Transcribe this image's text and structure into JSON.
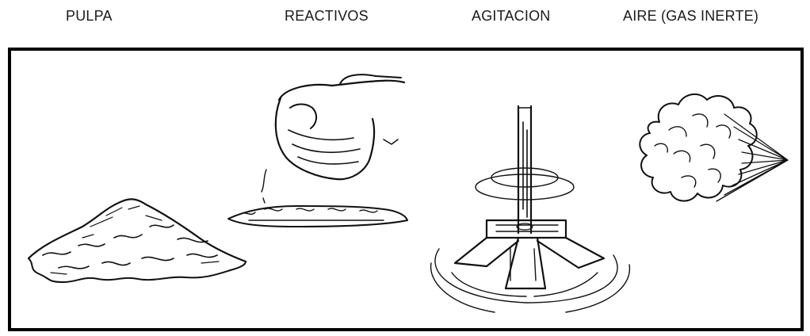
{
  "labels": {
    "pulpa": "PULPA",
    "reactivos": "REACTIVOS",
    "agitacion": "AGITACION",
    "aire": "AIRE (GAS INERTE)"
  },
  "colors": {
    "ink": "#111111",
    "frame": "#000000",
    "background": "#ffffff"
  }
}
